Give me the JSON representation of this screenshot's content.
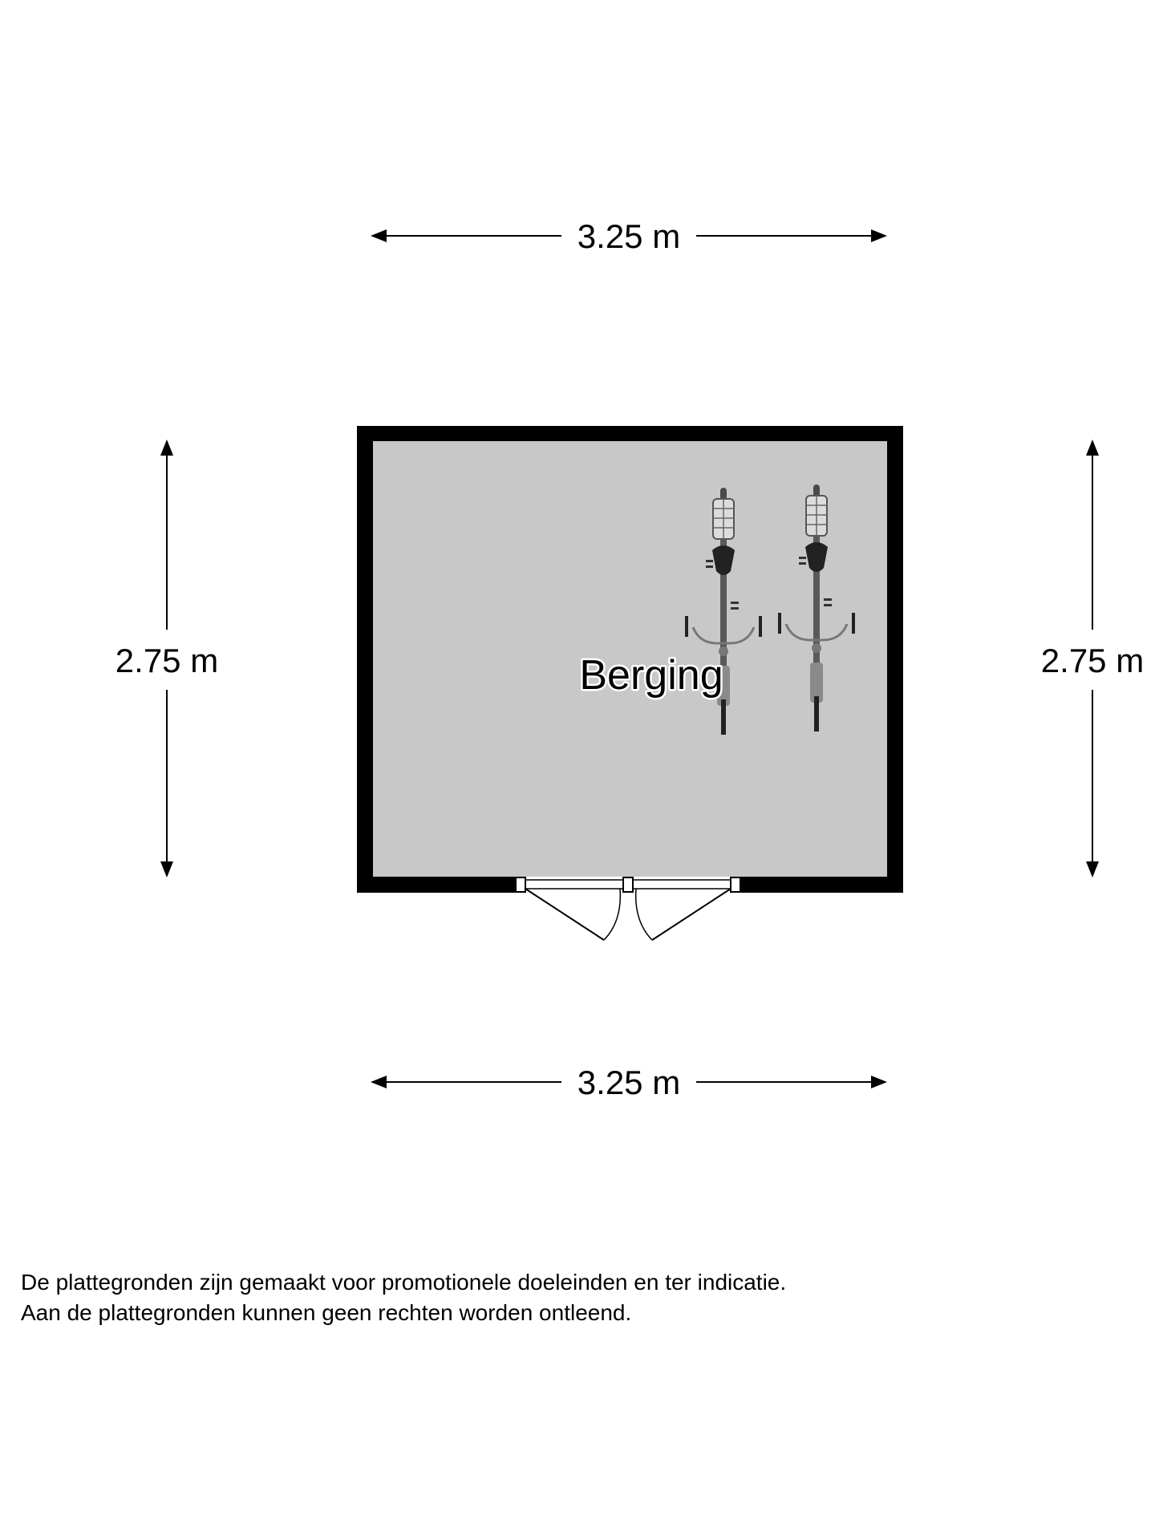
{
  "plan": {
    "room_name": "Berging",
    "dimensions": {
      "top_width": "3.25 m",
      "bottom_width": "3.25 m",
      "left_depth": "2.75 m",
      "right_depth": "2.75 m"
    },
    "colors": {
      "wall": "#000000",
      "floor": "#c8c8c8",
      "background": "#ffffff"
    },
    "icons": [
      "bicycle-icon",
      "bicycle-icon",
      "double-door-icon"
    ]
  },
  "disclaimer": {
    "line1": "De plattegronden zijn gemaakt voor promotionele doeleinden en ter indicatie.",
    "line2": "Aan de plattegronden kunnen geen rechten worden ontleend."
  }
}
